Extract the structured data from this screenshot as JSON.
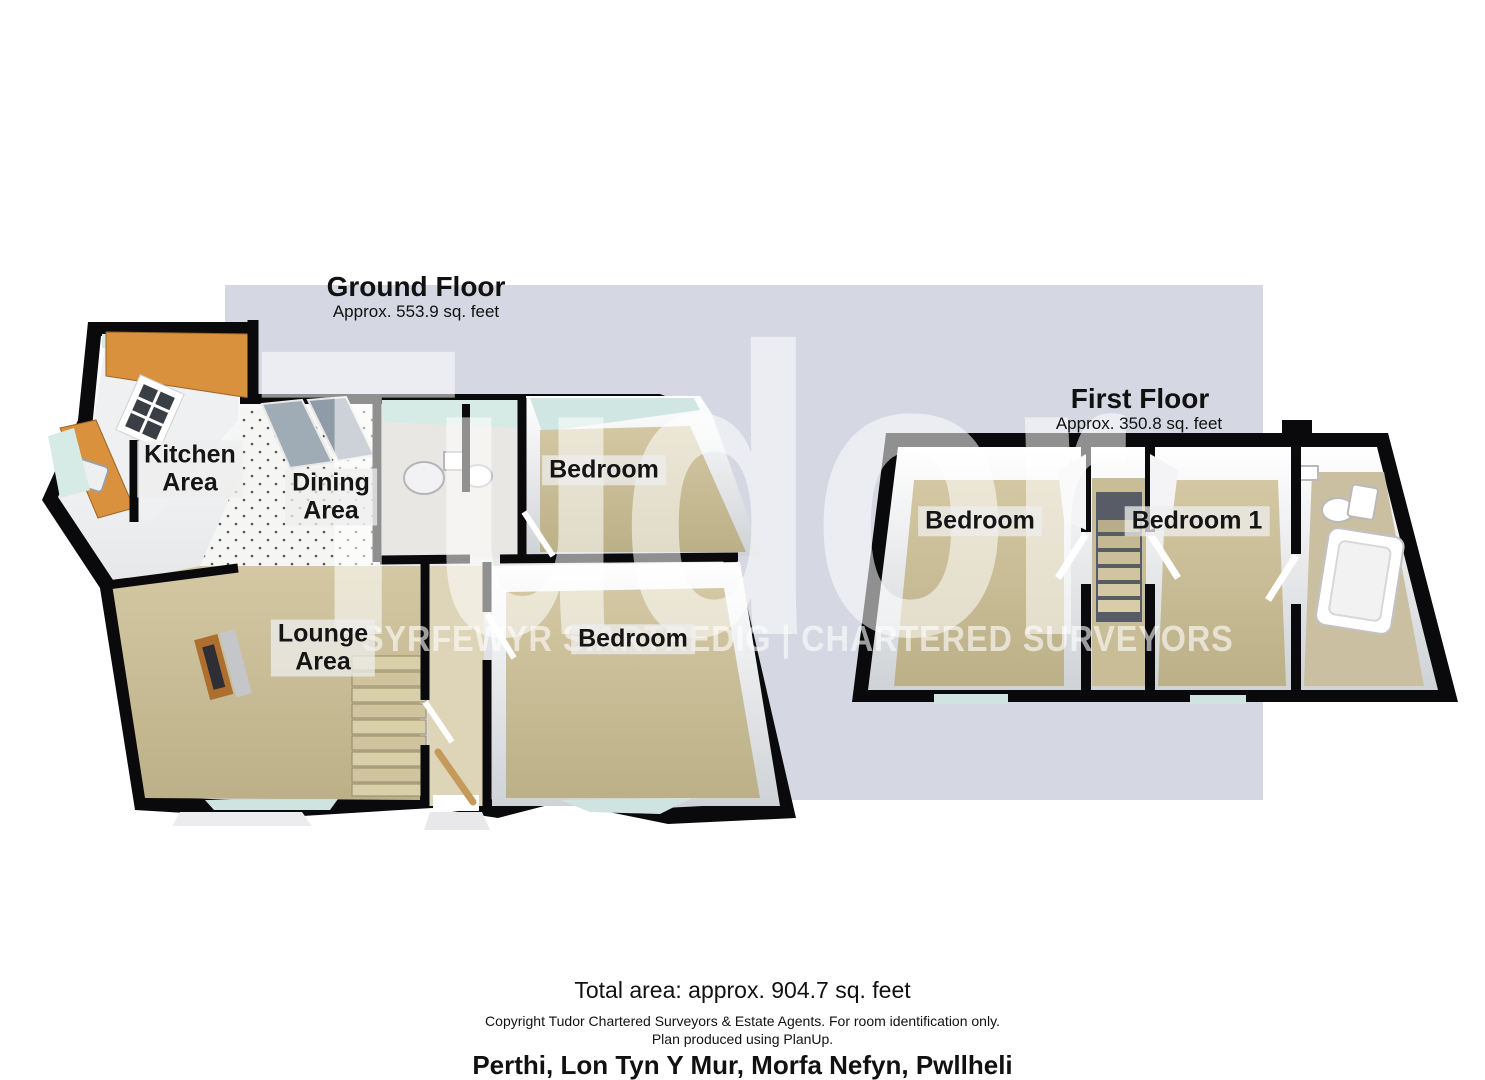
{
  "watermark": {
    "brand": "Tudor",
    "tagline": "SYRFEWYR SIARTREDIG  |  CHARTERED SURVEYORS"
  },
  "ground_floor": {
    "title": "Ground Floor",
    "area": "Approx. 553.9 sq. feet",
    "rooms": {
      "kitchen": {
        "label": "Kitchen\nArea"
      },
      "dining": {
        "label": "Dining\nArea"
      },
      "lounge": {
        "label": "Lounge\nArea"
      },
      "bedroom_upper": {
        "label": "Bedroom"
      },
      "bedroom_lower": {
        "label": "Bedroom"
      }
    }
  },
  "first_floor": {
    "title": "First Floor",
    "area": "Approx. 350.8 sq. feet",
    "rooms": {
      "bedroom": {
        "label": "Bedroom"
      },
      "bedroom_1": {
        "label": "Bedroom 1"
      }
    }
  },
  "footer": {
    "total_area": "Total area: approx. 904.7 sq. feet",
    "copyright_line1": "Copyright Tudor Chartered Surveyors & Estate Agents. For room identification only.",
    "copyright_line2": "Plan produced using PlanUp.",
    "address": "Perthi, Lon Tyn Y Mur, Morfa Nefyn, Pwllheli"
  },
  "colors": {
    "backdrop": "#d5d8e2",
    "wall": "#0a0a0c",
    "carpet": "#c9bd97",
    "tile_floor": "#f5f5f4",
    "window_glass": "#d6eae6",
    "kitchen_counter": "#d9913e",
    "watermark": "rgba(255,255,255,0.55)"
  }
}
